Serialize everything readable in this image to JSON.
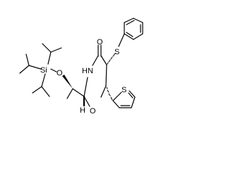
{
  "atoms": {
    "si": "Si",
    "o_ether": "O",
    "n": "N",
    "h_n": "H",
    "o_carbonyl": "O",
    "s": "S",
    "o_ring": "O",
    "s_thiophene": "S",
    "h_stereo": "H"
  }
}
